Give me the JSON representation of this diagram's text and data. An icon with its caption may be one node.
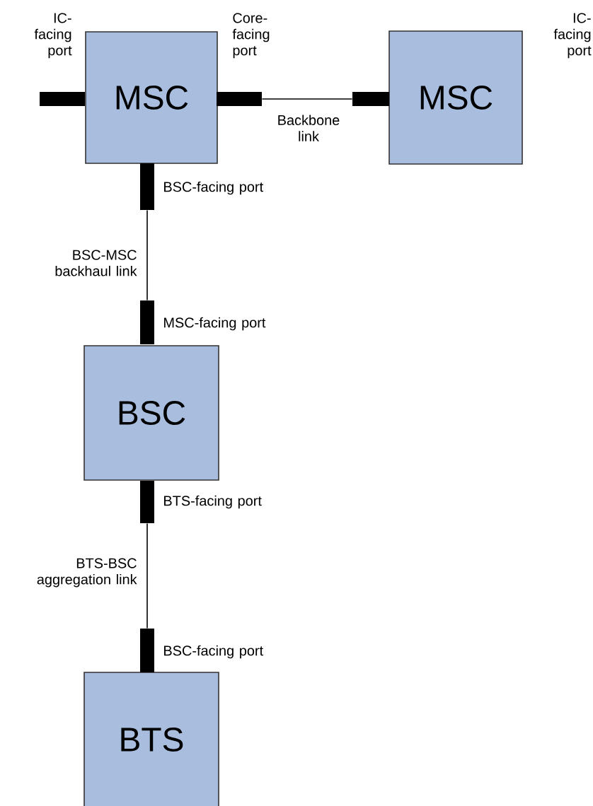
{
  "diagram": {
    "nodes": [
      {
        "text": [
          "MSC"
        ]
      },
      {
        "text": [
          "MSC"
        ]
      },
      {
        "text": [
          "BSC"
        ]
      },
      {
        "text": [
          "BTS"
        ]
      },
      {
        "text": [],
        "shape": "bar"
      },
      {
        "text": [],
        "shape": "bar"
      },
      {
        "text": [],
        "shape": "bar"
      },
      {
        "text": [],
        "shape": "bar",
        "beside": [
          "BSC-facing port"
        ]
      },
      {
        "text": [],
        "shape": "bar",
        "beside": [
          "MSC-facing port"
        ]
      },
      {
        "text": [],
        "shape": "bar",
        "beside": [
          "BTS-facing port"
        ]
      },
      {
        "text": [],
        "shape": "bar",
        "beside": [
          "BSC-facing port"
        ]
      }
    ],
    "edges": [
      {
        "from": 5,
        "to": 6,
        "arrow": "none",
        "label": "Backbone link"
      },
      {
        "from": 7,
        "to": 8,
        "arrow": "none",
        "label": "BSC-MSC backhaul link"
      },
      {
        "from": 9,
        "to": 10,
        "arrow": "none",
        "label": "BTS-BSC aggregation link"
      }
    ],
    "labels": [
      "IC- facing port",
      "Core- facing port",
      "IC- facing port"
    ]
  }
}
